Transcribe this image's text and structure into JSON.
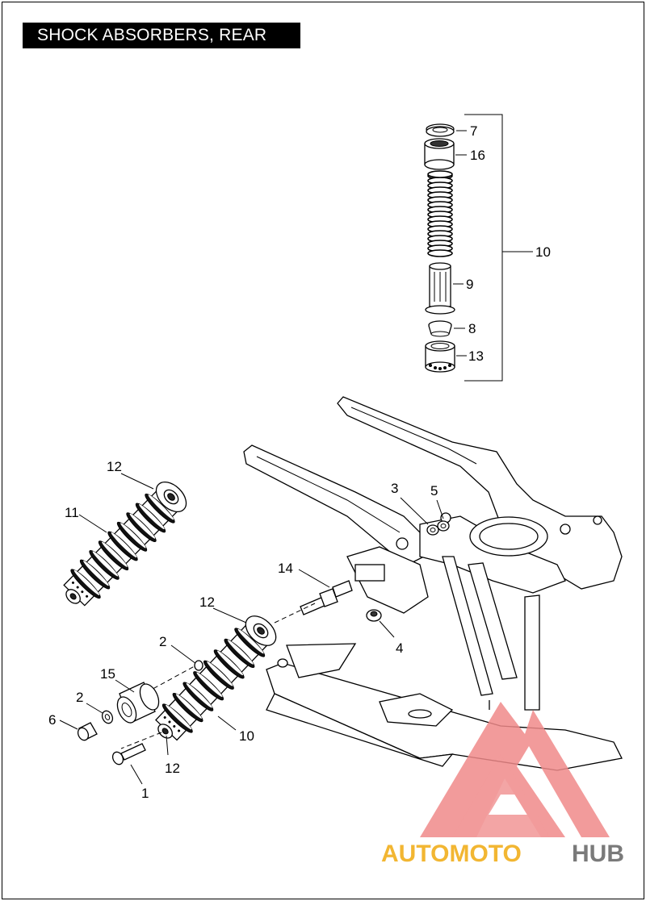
{
  "title": "SHOCK ABSORBERS, REAR",
  "callouts": {
    "c7": "7",
    "c16": "16",
    "c10_exploded": "10",
    "c9": "9",
    "c8": "8",
    "c13": "13",
    "c3": "3",
    "c5": "5",
    "c14": "14",
    "c4": "4",
    "c12_top": "12",
    "c11": "11",
    "c12_mid": "12",
    "c2_upper": "2",
    "c15": "15",
    "c2_lower": "2",
    "c6": "6",
    "c10_lower": "10",
    "c12_lower": "12",
    "c1": "1"
  },
  "watermark": {
    "brand_part1": "AUTOMOTO",
    "brand_part2": "HUB",
    "color_logo": "#f08a8a",
    "color_text1": "#f2b632",
    "color_text2": "#7a7a7a"
  }
}
